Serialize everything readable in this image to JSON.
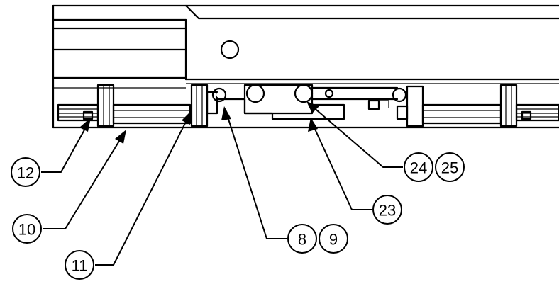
{
  "callouts": [
    {
      "label": "12"
    },
    {
      "label": "10"
    },
    {
      "label": "11"
    },
    {
      "label": "8"
    },
    {
      "label": "9"
    },
    {
      "label": "23"
    },
    {
      "label": "24"
    },
    {
      "label": "25"
    }
  ]
}
